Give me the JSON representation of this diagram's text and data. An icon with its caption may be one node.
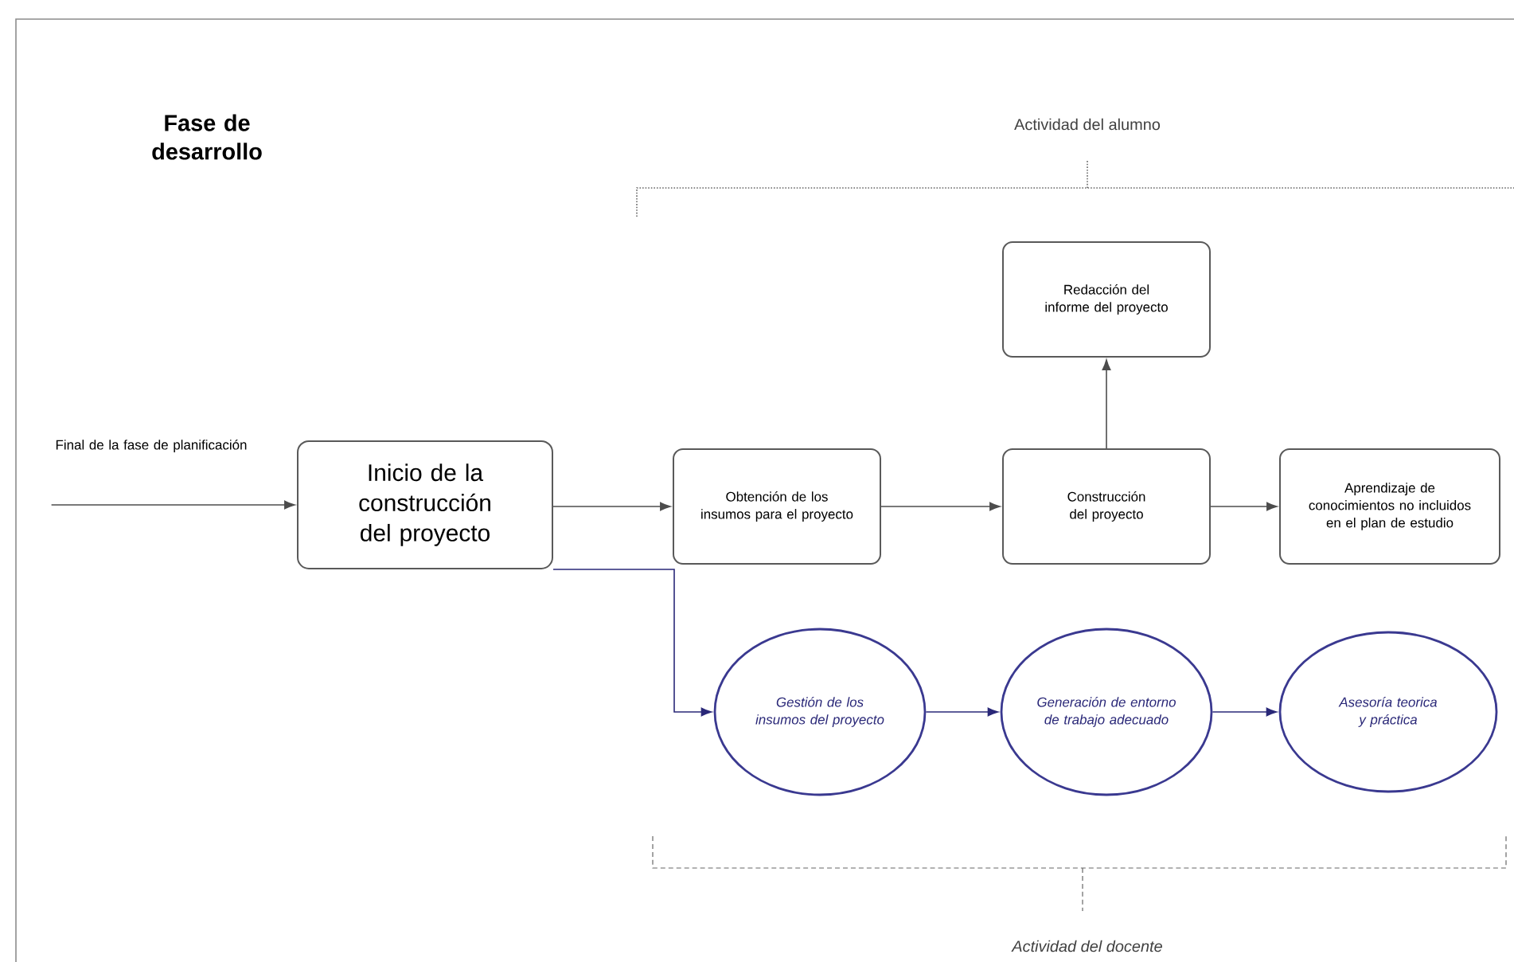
{
  "diagram": {
    "title": "Fase de desarrollo",
    "nodes": [
      {
        "text": [
          "Final de la fase de planificación"
        ]
      },
      {
        "text": [
          "Inicio de la construcción del proyecto"
        ]
      },
      {
        "text": [
          "Obtención de los insumos para el proyecto"
        ]
      },
      {
        "text": [
          "Redacción del informe del proyecto"
        ]
      },
      {
        "text": [
          "Construcción del proyecto"
        ]
      },
      {
        "text": [
          "Aprendizaje de conocimientos no incluidos en el plan de estudio"
        ]
      },
      {
        "text": [
          "Gestión de los insumos del proyecto"
        ]
      },
      {
        "text": [
          "Generación de entorno de trabajo adecuado"
        ]
      },
      {
        "text": [
          "Asesoría teorica y práctica"
        ]
      }
    ],
    "edges": [
      {
        "from": 0,
        "to": 1,
        "arrow": "to"
      },
      {
        "from": 1,
        "to": 2,
        "arrow": "to"
      },
      {
        "from": 2,
        "to": 4,
        "arrow": "to"
      },
      {
        "from": 4,
        "to": 3,
        "arrow": "to"
      },
      {
        "from": 4,
        "to": 5,
        "arrow": "to"
      },
      {
        "from": 1,
        "to": 6,
        "arrow": "to",
        "color": "#2a2878"
      },
      {
        "from": 6,
        "to": 7,
        "arrow": "to",
        "color": "#2a2878"
      },
      {
        "from": 7,
        "to": 8,
        "arrow": "to",
        "color": "#2a2878"
      }
    ],
    "labels": [
      "Actividad del alumno",
      "Actividad del docente"
    ]
  }
}
